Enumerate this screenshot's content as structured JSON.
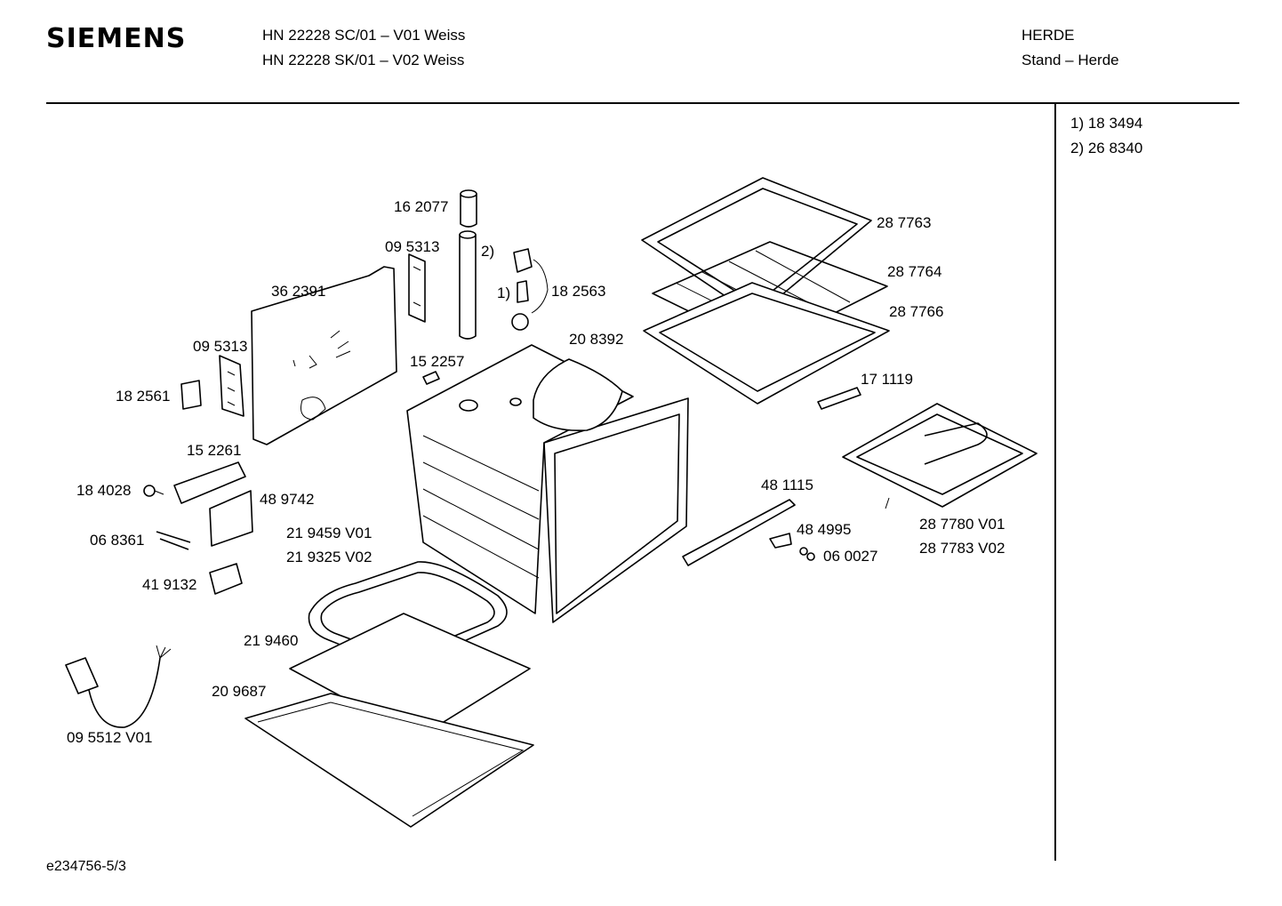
{
  "brand": "SIEMENS",
  "header": {
    "models": [
      "HN 22228 SC/01 – V01 Weiss",
      "HN 22228 SK/01 – V02 Weiss"
    ],
    "category": "HERDE",
    "subcategory": "Stand – Herde"
  },
  "notes": [
    "1)  18 3494",
    "2)  26 8340"
  ],
  "footer": "e234756-5/3",
  "labels": {
    "l162077": "16 2077",
    "l095313a": "09 5313",
    "note2": "2)",
    "l362391": "36 2391",
    "note1": "1)",
    "l182563": "18 2563",
    "l095313b": "09 5313",
    "l208392": "20 8392",
    "l152257": "15 2257",
    "l182561": "18 2561",
    "l152261": "15 2261",
    "l184028": "18 4028",
    "l489742": "48 9742",
    "l068361": "06 8361",
    "l419132": "41 9132",
    "l219459": "21 9459 V01",
    "l219325": "21 9325 V02",
    "l219460": "21 9460",
    "l209687": "20 9687",
    "l095512": "09 5512 V01",
    "l287763": "28 7763",
    "l287764": "28 7764",
    "l287766": "28 7766",
    "l171119": "17 1119",
    "l481115": "48 1115",
    "l484995": "48 4995",
    "l060027": "06 0027",
    "l287780": "28 7780 V01",
    "l287783": "28 7783 V02"
  }
}
